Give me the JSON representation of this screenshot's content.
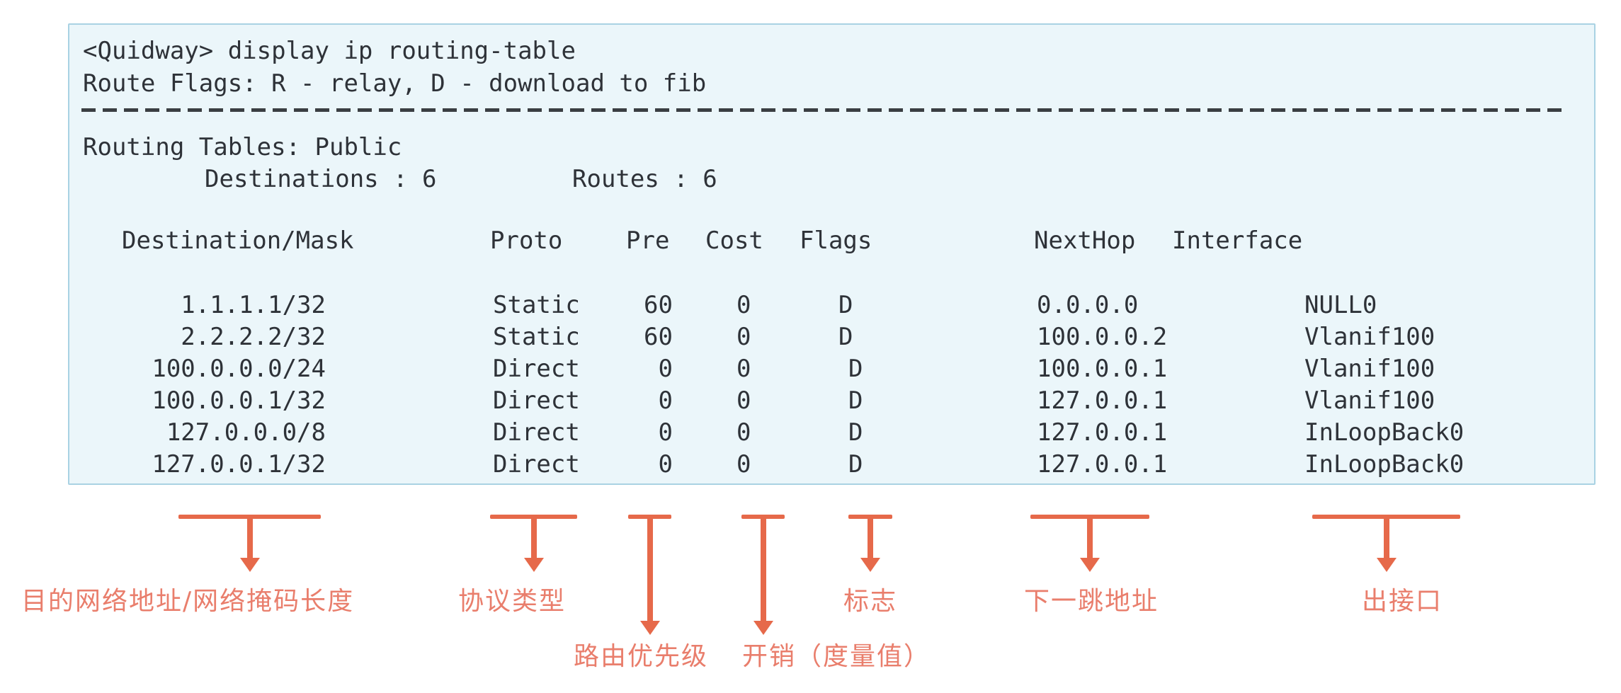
{
  "terminal": {
    "command_line": "<Quidway> display ip routing-table",
    "route_flags_line": "Route Flags: R - relay, D - download to fib",
    "routing_tables_line": "Routing Tables: Public",
    "destinations_label": "Destinations : 6",
    "routes_label": "Routes : 6",
    "table": {
      "headers": {
        "dest": "Destination/Mask",
        "proto": "Proto",
        "pre": "Pre",
        "cost": "Cost",
        "flags": "Flags",
        "nexthop": "NextHop",
        "interface": "Interface"
      },
      "rows": [
        {
          "dest": "1.1.1.1/32",
          "proto": "Static",
          "pre": "60",
          "cost": "0",
          "flags": "D",
          "nexthop": "0.0.0.0",
          "interface": "NULL0"
        },
        {
          "dest": "2.2.2.2/32",
          "proto": "Static",
          "pre": "60",
          "cost": "0",
          "flags": "D",
          "nexthop": "100.0.0.2",
          "interface": "Vlanif100"
        },
        {
          "dest": "100.0.0.0/24",
          "proto": "Direct",
          "pre": "0",
          "cost": "0",
          "flags": "D",
          "nexthop": "100.0.0.1",
          "interface": "Vlanif100"
        },
        {
          "dest": "100.0.0.1/32",
          "proto": "Direct",
          "pre": "0",
          "cost": "0",
          "flags": "D",
          "nexthop": "127.0.0.1",
          "interface": "Vlanif100"
        },
        {
          "dest": "127.0.0.0/8",
          "proto": "Direct",
          "pre": "0",
          "cost": "0",
          "flags": "D",
          "nexthop": "127.0.0.1",
          "interface": "InLoopBack0"
        },
        {
          "dest": "127.0.0.1/32",
          "proto": "Direct",
          "pre": "0",
          "cost": "0",
          "flags": "D",
          "nexthop": "127.0.0.1",
          "interface": "InLoopBack0"
        }
      ]
    }
  },
  "annotations": {
    "dest_mask": "目的网络地址/网络掩码长度",
    "proto": "协议类型",
    "pre": "路由优先级",
    "cost": "开销（度量值）",
    "flags": "标志",
    "nexthop": "下一跳地址",
    "interface": "出接口"
  },
  "colors": {
    "panel_background": "#ebf6fa",
    "panel_border": "#a9d2e3",
    "terminal_text": "#2e3238",
    "separator": "#3a3e42",
    "arrow": "#e6694a",
    "annotation_label": "#e97e6c"
  }
}
